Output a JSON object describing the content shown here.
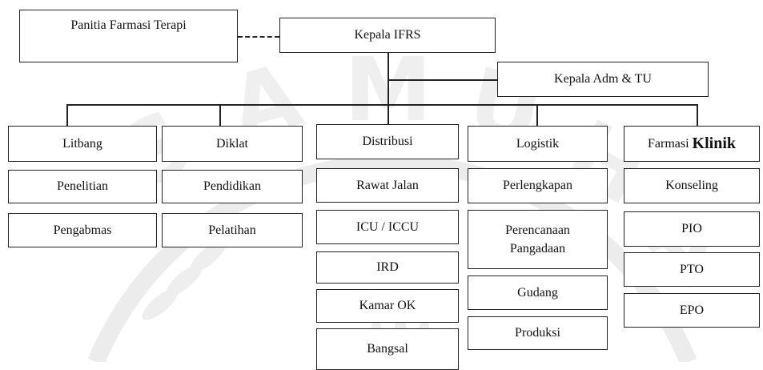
{
  "top": {
    "committee": "Panitia Farmasi Terapi",
    "head": "Kepala IFRS",
    "admin": "Kepala Adm & TU"
  },
  "columns": [
    {
      "header": "Litbang",
      "items": [
        "Penelitian",
        "Pengabmas"
      ]
    },
    {
      "header": "Diklat",
      "items": [
        "Pendidikan",
        "Pelatihan"
      ]
    },
    {
      "header": "Distribusi",
      "items": [
        "Rawat Jalan",
        "ICU / ICCU",
        "IRD",
        "Kamar OK",
        "Bangsal"
      ]
    },
    {
      "header": "Logistik",
      "items": [
        "Perlengkapan",
        "Perencanaan Pangadaan",
        "Gudang",
        "Produksi"
      ]
    },
    {
      "header_prefix": "Farmasi",
      "header_suffix": "Klinik",
      "items": [
        "Konseling",
        "PIO",
        "PTO",
        "EPO"
      ]
    }
  ]
}
